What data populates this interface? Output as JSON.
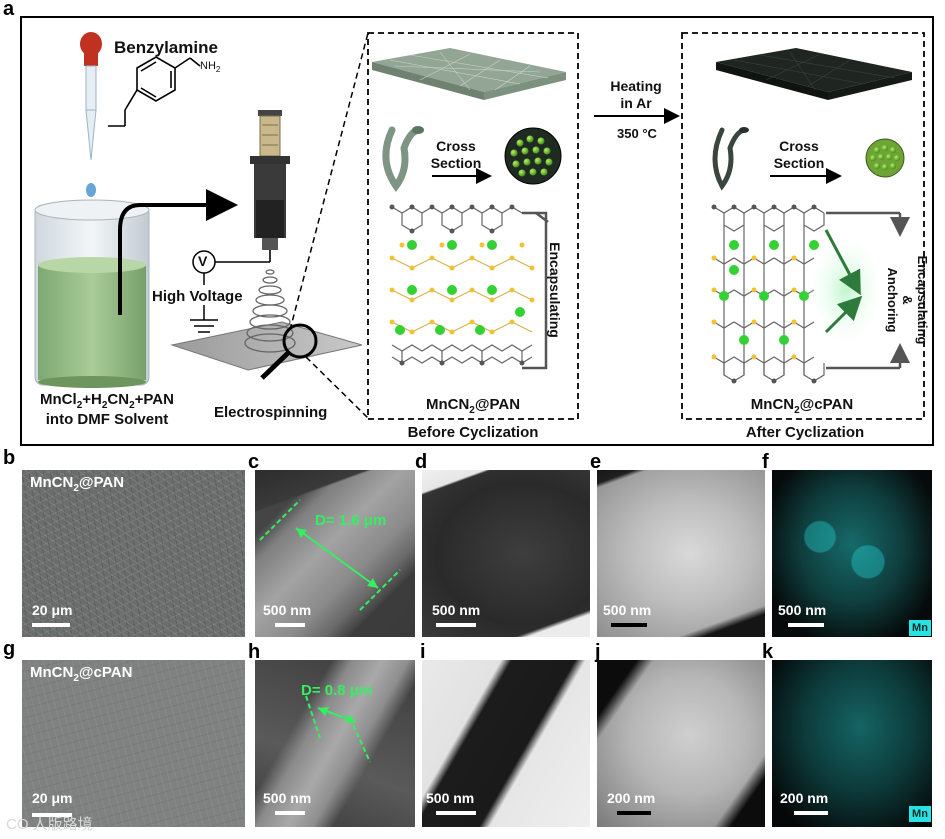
{
  "panel_letters": [
    "a",
    "b",
    "c",
    "d",
    "e",
    "f",
    "g",
    "h",
    "i",
    "j",
    "k"
  ],
  "schematic": {
    "benzylamine": "Benzylamine",
    "nh2": "NH",
    "nh2_sub": "2",
    "precursor_line1_a": "MnCl",
    "precursor_line1_b": "+H",
    "precursor_line1_c": "CN",
    "precursor_line1_d": "+PAN",
    "sub2": "2",
    "precursor_line2": "into DMF Solvent",
    "voltage_symbol": "V",
    "high_voltage": "High Voltage",
    "electrospinning": "Electrospinning",
    "cross_section": "Cross\nSection",
    "cross_section_1": "Cross",
    "cross_section_2": "Section",
    "encapsulating": "Encapsulating",
    "encapsulating_anchoring_1": "Encapsulating",
    "encapsulating_anchoring_2": "&",
    "encapsulating_anchoring_3": "Anchoring",
    "heating_1": "Heating",
    "heating_2": "in Ar",
    "temperature": "350 °C",
    "material_before_a": "MnCN",
    "material_before_b": "@PAN",
    "material_after_a": "MnCN",
    "material_after_b": "@cPAN",
    "before_cyclization": "Before Cyclization",
    "after_cyclization": "After Cyclization"
  },
  "micrographs": {
    "b": {
      "inset_a": "MnCN",
      "inset_b": "@PAN",
      "scale": "20 μm"
    },
    "c": {
      "diameter": "D= 1.6 μm",
      "scale": "500 nm"
    },
    "d": {
      "scale": "500 nm"
    },
    "e": {
      "scale": "500 nm"
    },
    "f": {
      "scale": "500 nm",
      "element": "Mn"
    },
    "g": {
      "inset_a": "MnCN",
      "inset_b": "@cPAN",
      "scale": "20 μm"
    },
    "h": {
      "diameter": "D= 0.8 μm",
      "scale": "500 nm"
    },
    "i": {
      "scale": "500 nm"
    },
    "j": {
      "scale": "200 nm"
    },
    "k": {
      "scale": "200 nm",
      "element": "Mn"
    }
  },
  "watermark": "CO 人版路境",
  "colors": {
    "mn_green": "#34d134",
    "yellow_atom": "#f2c230",
    "carbon_grey": "#555555",
    "edx_cyan": "#27e3e3",
    "measure_green": "#34f060"
  }
}
